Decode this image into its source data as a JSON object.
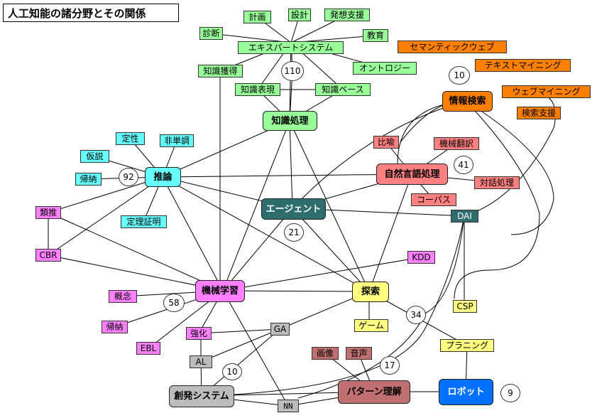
{
  "title": "人工知能の諸分野とその関係",
  "nodes": {
    "keikaku": "計画",
    "sekkei": "設計",
    "hassou": "発想支援",
    "shindan": "診断",
    "kyouiku": "教育",
    "expert": "エキスパートシステム",
    "ontology": "オントロジー",
    "kakutoku": "知識獲得",
    "n110": "110",
    "hyougen": "知識表現",
    "base": "知識ベース",
    "chishiki": "知識処理",
    "semantic": "セマンティックウェブ",
    "n10a": "10",
    "textmining": "テキストマイニング",
    "webmining": "ウェブマイニング",
    "jouhou": "情報検索",
    "kensaku": "検索支援",
    "teisei": "定性",
    "hitancho": "非単調",
    "kasetsu": "仮説",
    "hiyu": "比喩",
    "kikaihonyaku": "機械翻訳",
    "n41": "41",
    "kinou": "帰納",
    "n92": "92",
    "suiron": "推論",
    "shizen": "自然言語処理",
    "taiwa": "対話処理",
    "corpus": "コーパス",
    "ruisui": "類推",
    "agent": "エージェント",
    "dai": "DAI",
    "teiri": "定理証明",
    "n21": "21",
    "cbr": "CBR",
    "kdd": "KDD",
    "gainen": "概念",
    "n58": "58",
    "kikai": "機械学習",
    "tansaku": "探索",
    "csp": "CSP",
    "kinou2": "帰納",
    "kyouka": "強化",
    "ga": "GA",
    "game": "ゲーム",
    "n34": "34",
    "ebl": "EBL",
    "planning": "プラニング",
    "gazou": "画像",
    "onsei": "音声",
    "al": "AL",
    "n17": "17",
    "n10b": "10",
    "souhatsu": "創発システム",
    "nn": "NN",
    "pattern": "パターン理解",
    "robot": "ロボット",
    "n9": "9"
  }
}
